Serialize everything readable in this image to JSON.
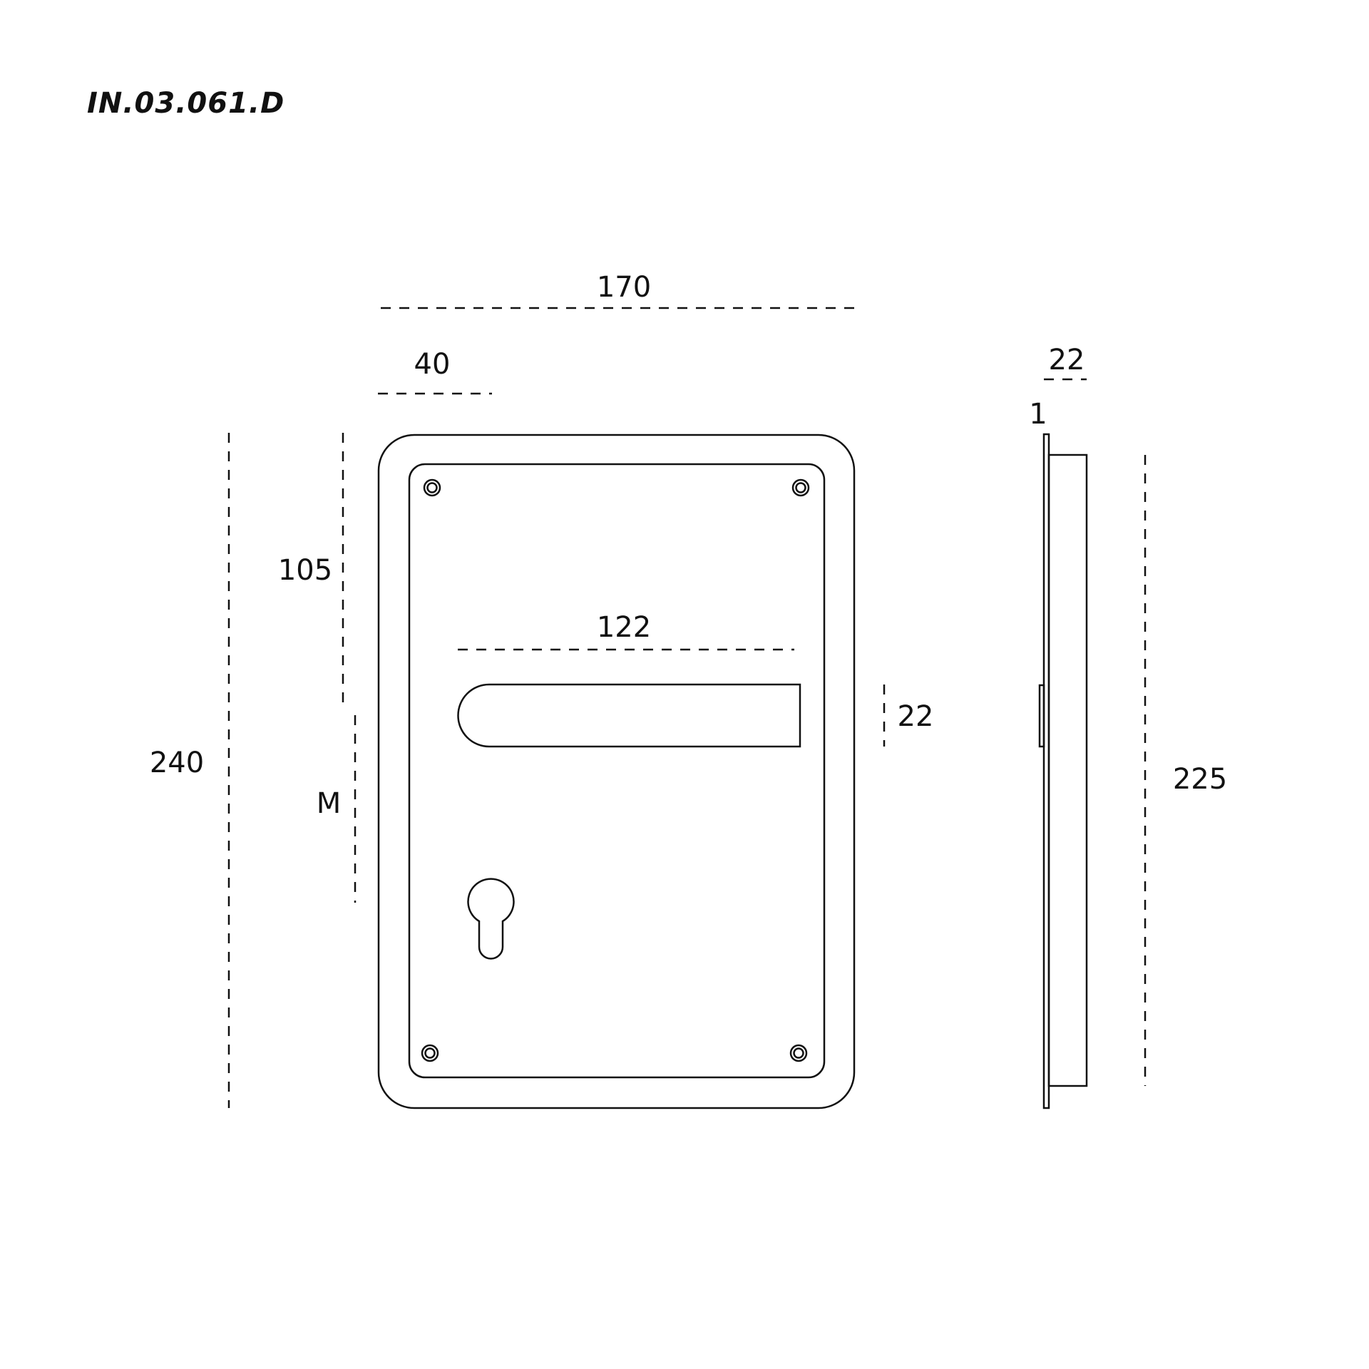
{
  "title": "IN.03.061.D",
  "dimensions": {
    "overall_width": "170",
    "lever_offset": "40",
    "depth_total": "22",
    "plate_thickness": "1",
    "lever_height_pos": "105",
    "lever_length": "122",
    "lever_thickness": "22",
    "overall_height": "240",
    "backset_label": "M",
    "inner_height": "225"
  }
}
